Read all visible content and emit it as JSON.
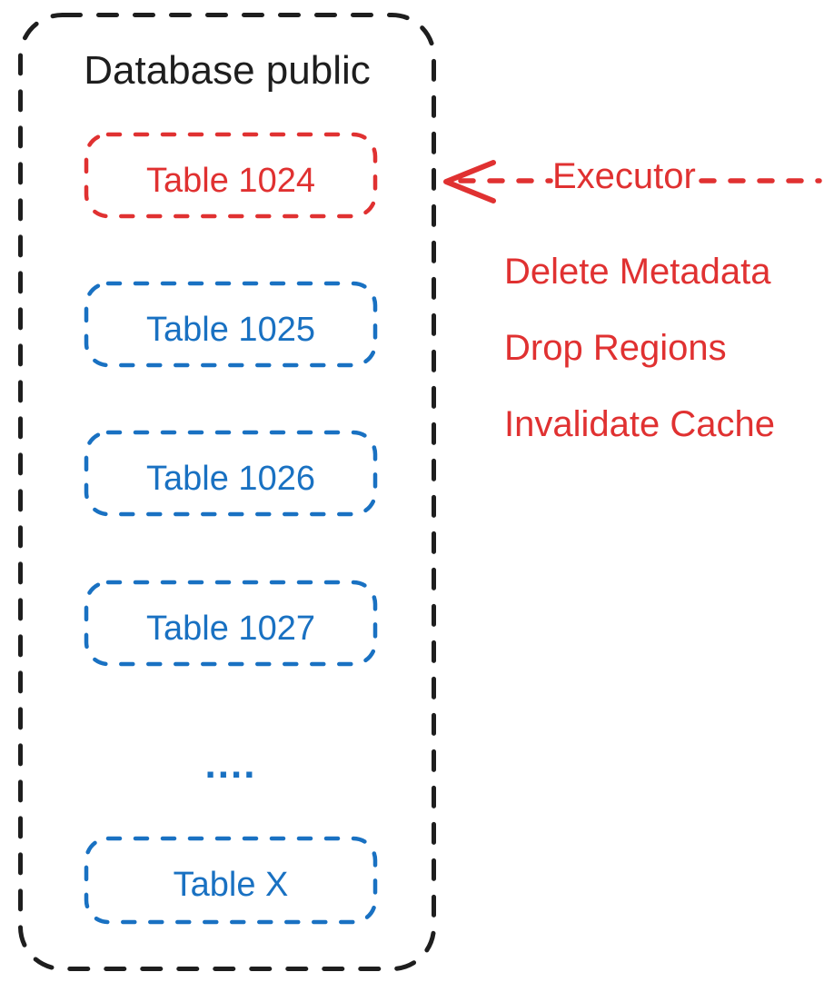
{
  "colors": {
    "outline_black": "#1e1e1e",
    "accent_red": "#e03131",
    "accent_blue": "#1971c2",
    "background": "#ffffff"
  },
  "database": {
    "title": "Database public",
    "tables": [
      {
        "label": "Table 1024",
        "color": "#e03131",
        "state": "targeted-by-executor"
      },
      {
        "label": "Table 1025",
        "color": "#1971c2",
        "state": "normal"
      },
      {
        "label": "Table 1026",
        "color": "#1971c2",
        "state": "normal"
      },
      {
        "label": "Table 1027",
        "color": "#1971c2",
        "state": "normal"
      },
      {
        "label": "Table X",
        "color": "#1971c2",
        "state": "normal"
      }
    ],
    "ellipsis": "...."
  },
  "executor": {
    "label": "Executor",
    "arrow_direction": "left-into-table-1024",
    "actions": [
      "Delete Metadata",
      "Drop Regions",
      "Invalidate Cache"
    ]
  }
}
